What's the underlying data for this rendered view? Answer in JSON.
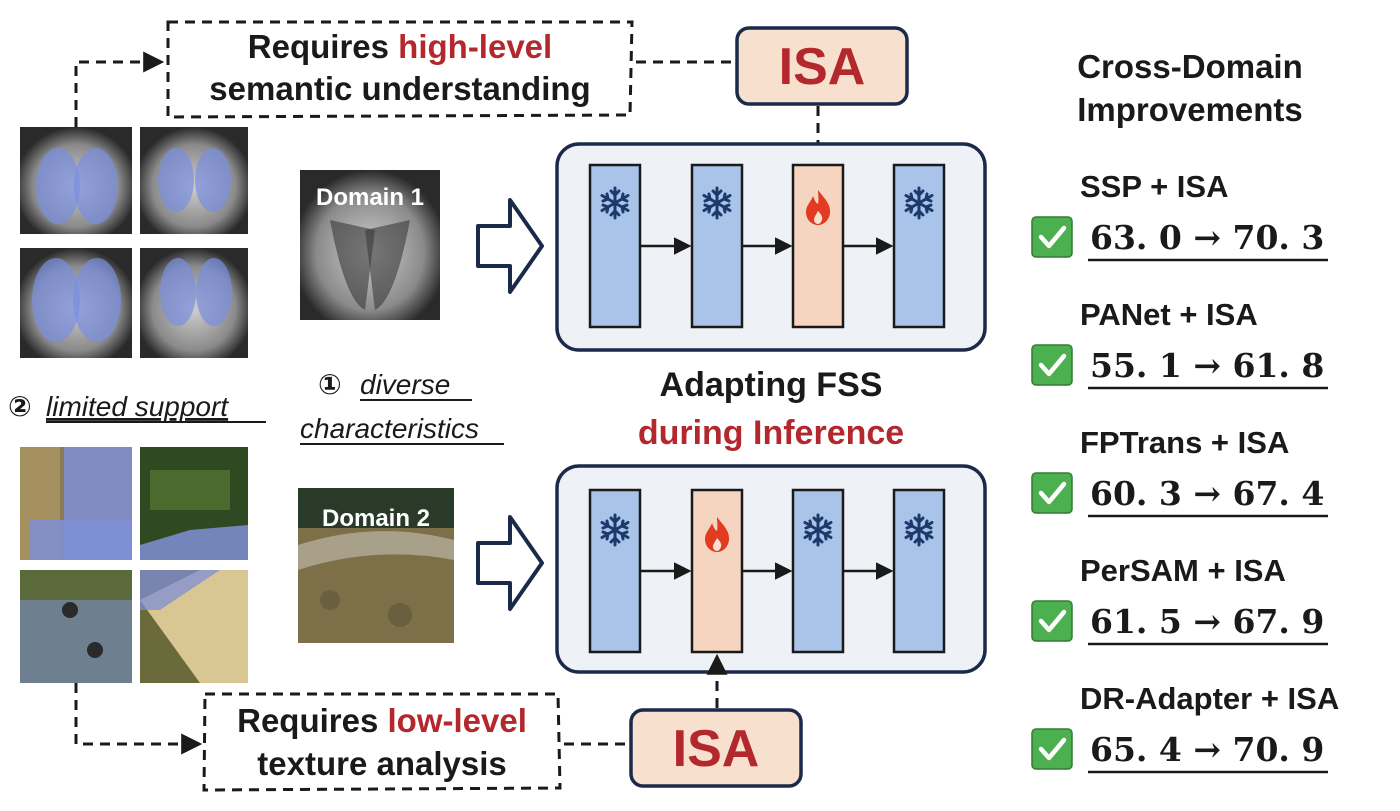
{
  "top_callout": {
    "prefix": "Requires ",
    "highlight": "high-level",
    "line2": "semantic understanding"
  },
  "bottom_callout": {
    "prefix": "Requires ",
    "highlight": "low-level",
    "line2": "texture analysis"
  },
  "isa_label": "ISA",
  "domain1_label": "Domain 1",
  "domain2_label": "Domain 2",
  "limited_support": {
    "marker": "②",
    "text": "limited support"
  },
  "diverse": {
    "marker": "①",
    "line1": "diverse",
    "line2": "characteristics"
  },
  "center_title": {
    "line1": "Adapting FSS",
    "line2": "during Inference"
  },
  "improvements": {
    "title_line1": "Cross-Domain",
    "title_line2": "Improvements",
    "items": [
      {
        "method": "SSP + ISA",
        "value": "63. 0 → 70. 3"
      },
      {
        "method": "PANet + ISA",
        "value": "55. 1 → 61. 8"
      },
      {
        "method": "FPTrans + ISA",
        "value": "60. 3 → 67. 4"
      },
      {
        "method": "PerSAM + ISA",
        "value": "61. 5 → 67. 9"
      },
      {
        "method": "DR-Adapter + ISA",
        "value": "65. 4 → 70. 9"
      }
    ]
  },
  "colors": {
    "frozen_block": "#a9c4e8",
    "tuned_block": "#f5d5bf",
    "isa_fill": "#f8e0cf",
    "accent_red": "#b3282d",
    "panel_fill": "#eef1f6",
    "panel_stroke": "#1b2a4a",
    "check_green": "#4caf50"
  },
  "icons": [
    "snowflake-icon",
    "flame-icon",
    "checkmark-icon",
    "hollow-arrow-icon"
  ]
}
